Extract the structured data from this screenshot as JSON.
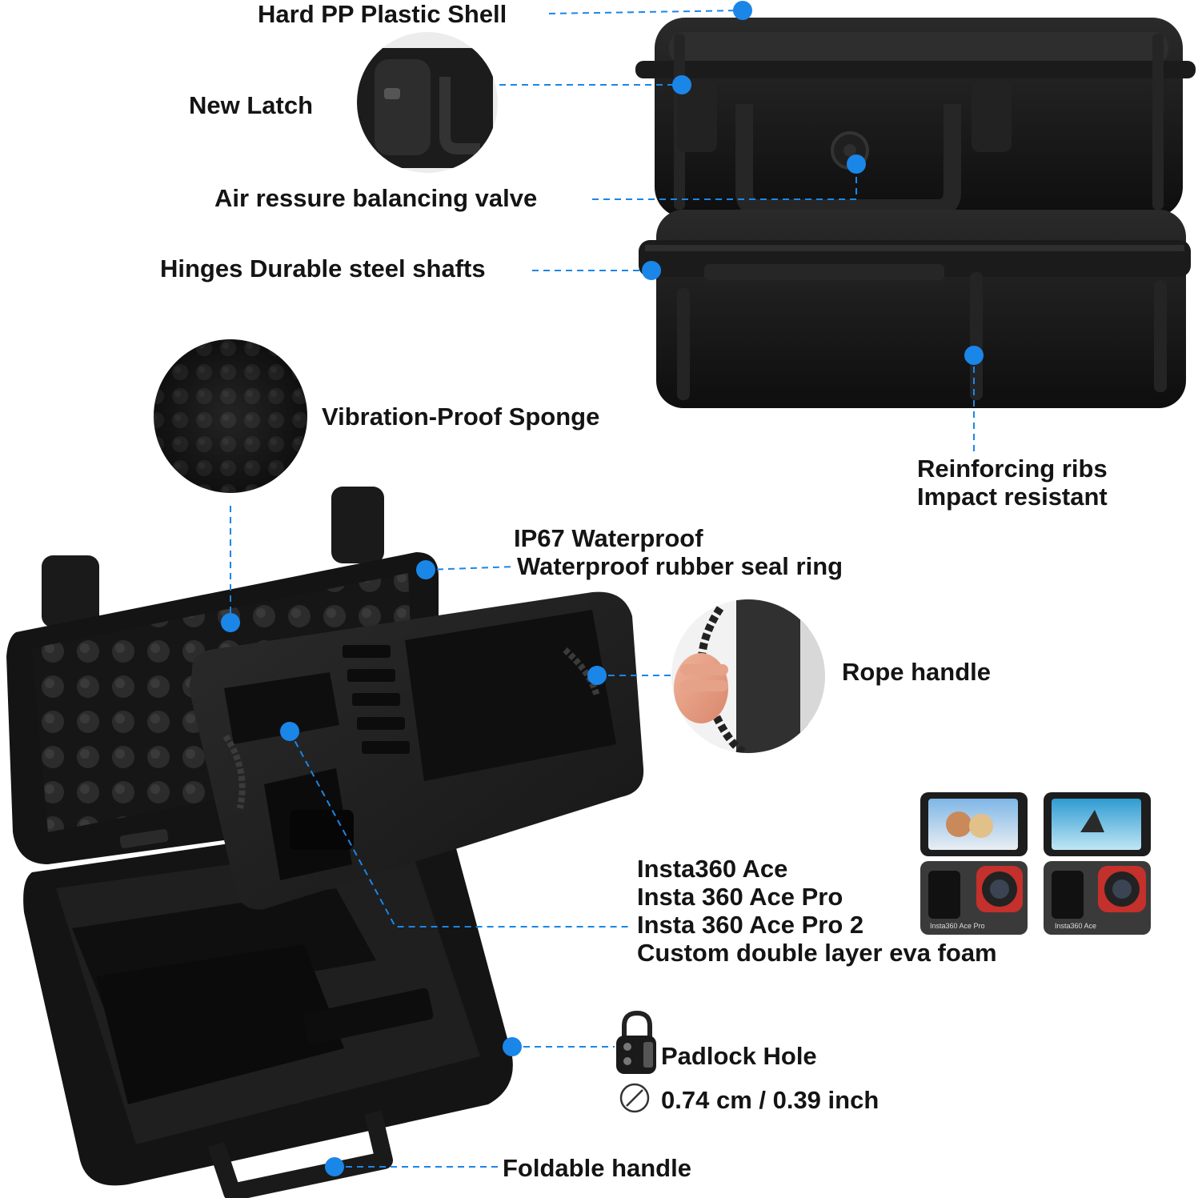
{
  "colors": {
    "callout_blue": "#1a86e8",
    "case_black": "#141414",
    "text": "#141414",
    "background": "#ffffff"
  },
  "callouts": {
    "hard_shell": "Hard PP Plastic Shell",
    "new_latch": "New Latch",
    "air_valve": "Air ressure balancing valve",
    "hinges": "Hinges Durable steel shafts",
    "sponge": "Vibration-Proof Sponge",
    "ribs_line1": "Reinforcing ribs",
    "ribs_line2": "Impact resistant",
    "waterproof_line1": "IP67 Waterproof",
    "waterproof_line2": "Waterproof rubber seal ring",
    "rope_handle": "Rope handle",
    "compat_line1": "Insta360 Ace",
    "compat_line2": "Insta 360 Ace Pro",
    "compat_line3": "Insta 360 Ace Pro  2",
    "compat_line4": "Custom double layer eva foam",
    "padlock": "Padlock Hole",
    "padlock_size": "0.74 cm / 0.39 inch",
    "foldable_handle": "Foldable handle"
  },
  "camera_badges": {
    "camera_left": "Insta360 Ace Pro",
    "camera_right": "Insta360 Ace"
  },
  "icons": [
    "padlock-icon",
    "diameter-icon",
    "camera-icon",
    "sponge-icon",
    "latch-icon",
    "rope-icon"
  ]
}
